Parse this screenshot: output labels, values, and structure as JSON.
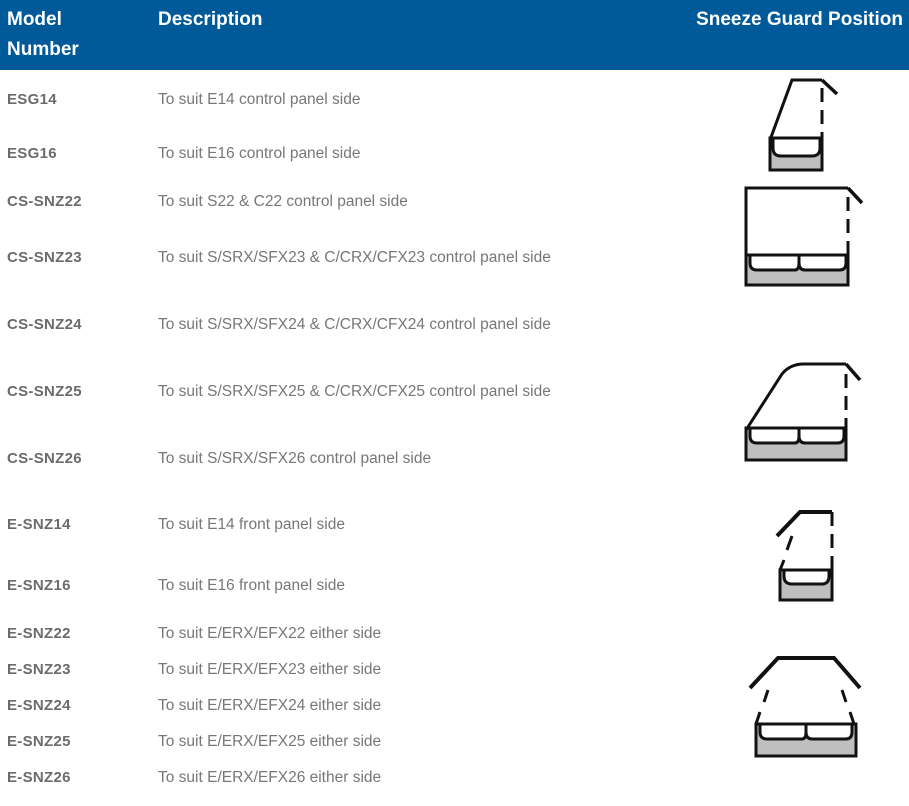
{
  "table": {
    "headers": {
      "model_line1": "Model",
      "model_line2": "Number",
      "description": "Description",
      "position": "Sneeze Guard Position"
    },
    "rows": [
      {
        "model": "ESG14",
        "description": "To suit E14 control panel side"
      },
      {
        "model": "ESG16",
        "description": "To suit E16 control panel side"
      },
      {
        "model": "CS-SNZ22",
        "description": "To suit S22 & C22 control panel side"
      },
      {
        "model": "CS-SNZ23",
        "description": "To suit S/SRX/SFX23 & C/CRX/CFX23 control panel side"
      },
      {
        "model": "CS-SNZ24",
        "description": "To suit S/SRX/SFX24 & C/CRX/CFX24 control panel side"
      },
      {
        "model": "CS-SNZ25",
        "description": "To suit S/SRX/SFX25 & C/CRX/CFX25 control panel side"
      },
      {
        "model": "CS-SNZ26",
        "description": "To suit S/SRX/SFX26 control panel side"
      },
      {
        "model": "E-SNZ14",
        "description": "To suit E14 front panel side"
      },
      {
        "model": "E-SNZ16",
        "description": "To suit E16 front panel side"
      },
      {
        "model": "E-SNZ22",
        "description": "To suit E/ERX/EFX22 either side"
      },
      {
        "model": "E-SNZ23",
        "description": "To suit E/ERX/EFX23 either side"
      },
      {
        "model": "E-SNZ24",
        "description": "To suit E/ERX/EFX24 either side"
      },
      {
        "model": "E-SNZ25",
        "description": "To suit E/ERX/EFX25 either side"
      },
      {
        "model": "E-SNZ26",
        "description": "To suit E/ERX/EFX26 either side"
      }
    ],
    "diagrams": [
      {
        "icon": "single-well-slanted-guard-icon",
        "applies_to": "ESG14, ESG16"
      },
      {
        "icon": "double-well-square-guard-icon",
        "applies_to": "CS-SNZ22, CS-SNZ23, CS-SNZ24"
      },
      {
        "icon": "double-well-curved-guard-icon",
        "applies_to": "CS-SNZ25, CS-SNZ26"
      },
      {
        "icon": "single-well-front-guard-icon",
        "applies_to": "E-SNZ14, E-SNZ16"
      },
      {
        "icon": "double-well-both-sides-guard-icon",
        "applies_to": "E-SNZ22 - E-SNZ26"
      }
    ]
  },
  "colors": {
    "header_bg": "#005a9a",
    "header_text": "#ffffff",
    "model_text": "#6b6b6b",
    "desc_text": "#777777",
    "well_fill": "#bfbfbf"
  }
}
